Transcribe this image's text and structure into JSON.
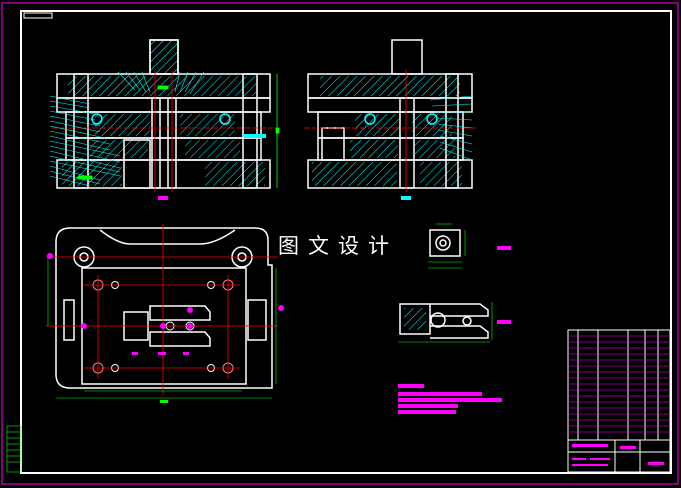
{
  "drawing": {
    "background": "#000000",
    "colors": {
      "frame": "#ff00ff",
      "border": "#ffffff",
      "outline": "#ffffff",
      "hatch": "#00ffff",
      "centerline": "#ff0000",
      "dimension": "#00ff00",
      "annotation": "#ff00ff",
      "label": "#ffff00"
    },
    "views": [
      "front-section-view",
      "side-section-view",
      "plan-view-lower-die",
      "part-drawing-top",
      "part-drawing-side"
    ],
    "notes_block": "technical-requirements",
    "title_block": "parts-list-and-title-block"
  },
  "watermark": {
    "text": "图文设计"
  }
}
